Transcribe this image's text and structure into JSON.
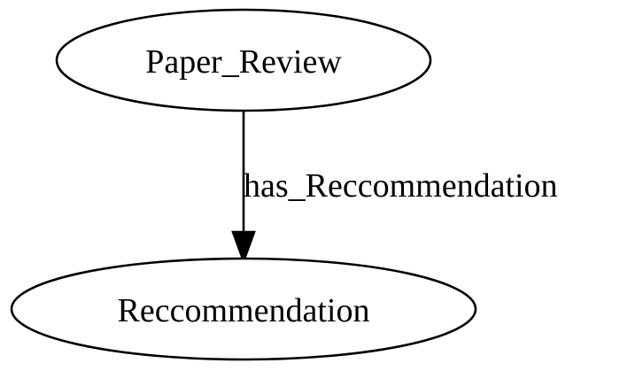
{
  "nodes": {
    "source": {
      "label": "Paper_Review"
    },
    "target": {
      "label": "Reccommendation"
    }
  },
  "edge": {
    "label": "has_Reccommendation"
  }
}
